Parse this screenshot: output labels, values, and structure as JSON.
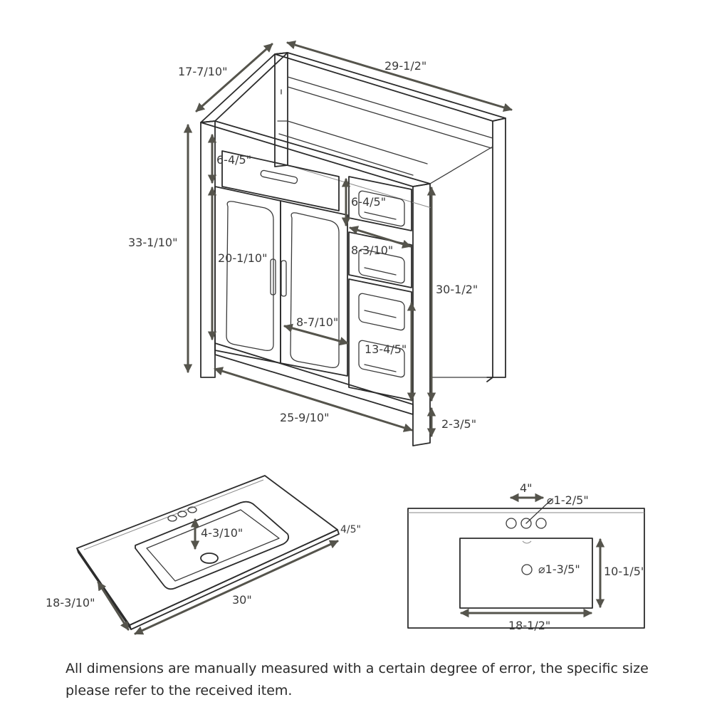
{
  "cabinet": {
    "depth": "17-7/10\"",
    "top_width": "29-1/2\"",
    "total_height": "33-1/10\"",
    "top_drawer_height": "6-4/5\"",
    "small_drawer_height": "6-4/5\"",
    "small_drawer_width": "8-3/10\"",
    "door_height": "20-1/10\"",
    "door_width": "8-7/10\"",
    "inner_height": "30-1/2\"",
    "bottom_drawer_height": "13-4/5\"",
    "base_width": "25-9/10\"",
    "leg_height": "2-3/5\""
  },
  "sink_perspective": {
    "basin_depth": "4-3/10\"",
    "thickness": "4/5\"",
    "width": "30\"",
    "depth": "18-3/10\""
  },
  "sink_top": {
    "faucet_spacing": "4\"",
    "faucet_hole": "⌀1-2/5\"",
    "drain_hole": "⌀1-3/5\"",
    "basin_depth": "10-1/5\"",
    "basin_width": "18-1/2\""
  },
  "note": "All dimensions are manually measured with a certain degree of error, the specific size please refer to the received item.",
  "colors": {
    "dimension_arrow": "#55544c",
    "line": "#2c2c2c"
  }
}
